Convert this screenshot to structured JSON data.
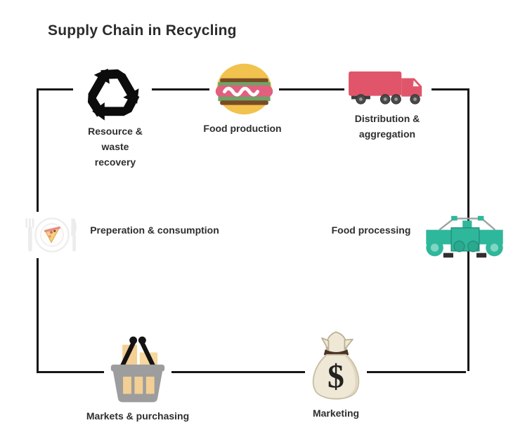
{
  "title": "Supply Chain in Recycling",
  "nodes": {
    "resource": {
      "line1": "Resource &",
      "line2": "waste",
      "line3": "recovery",
      "icon": "recycle-icon"
    },
    "production": {
      "label": "Food production",
      "icon": "hamburger-icon"
    },
    "distribution": {
      "line1": "Distribution &",
      "line2": "aggregation",
      "icon": "delivery-truck-icon"
    },
    "processing": {
      "label": "Food processing",
      "icon": "processing-machine-icon"
    },
    "preparation": {
      "label": "Preperation & consumption",
      "icon": "pizza-plate-icon"
    },
    "marketing": {
      "label": "Marketing",
      "icon": "money-bag-icon"
    },
    "markets": {
      "label": "Markets & purchasing",
      "icon": "shopping-basket-icon"
    },
    "money_symbol": "$"
  },
  "icons": {
    "recycle": "recycle-icon",
    "hamburger": "hamburger-icon",
    "truck": "delivery-truck-icon",
    "machine": "processing-machine-icon",
    "plate": "pizza-plate-icon",
    "bag": "money-bag-icon",
    "basket": "shopping-basket-icon"
  },
  "colors": {
    "loop_line": "#171717",
    "text": "#2e2e2e",
    "recycle_black": "#0c0c0c",
    "truck_red": "#e0556a",
    "burger_bun": "#f2c24e",
    "burger_pink": "#e2607e",
    "burger_green": "#69a567",
    "burger_brown": "#7b4b26",
    "machine_teal": "#2fb79b",
    "basket_gray": "#9d9d9d",
    "basket_tan": "#f3cf94",
    "handle_black": "#141414",
    "bag_beige": "#efe8d6",
    "bag_outline": "#c9bfa4",
    "bag_band_brown": "#4a3324",
    "dollar": "#222222"
  }
}
